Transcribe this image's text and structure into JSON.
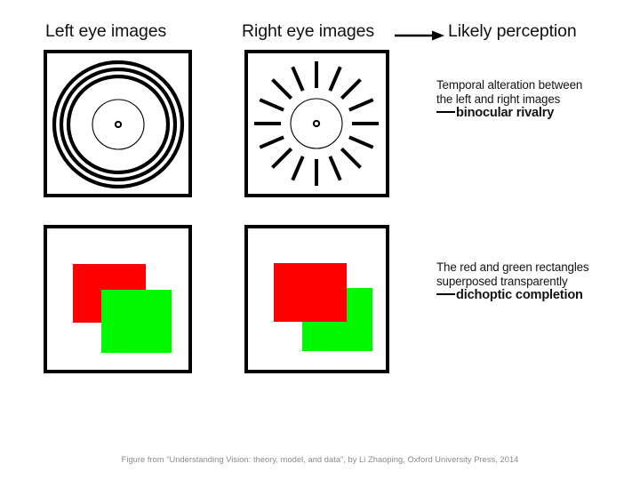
{
  "header": {
    "left_eye_title": "Left eye images",
    "right_eye_title": "Right eye images",
    "perception_title": "Likely perception",
    "arrow_icon": "arrow-right-icon"
  },
  "panels": {
    "left_top": {
      "name": "concentric-circles-stimulus",
      "description": "Three thick concentric circles, one thin inner circle, central fixation dot"
    },
    "right_top": {
      "name": "radial-spokes-stimulus",
      "description": "Sixteen radial spokes around a thin inner circle, central fixation dot"
    },
    "left_bottom": {
      "name": "red-green-rectangles-green-on-top",
      "description": "Red rectangle upper-left, green rectangle lower-right drawn on top"
    },
    "right_bottom": {
      "name": "red-green-rectangles-red-on-top",
      "description": "Green rectangle lower-right, red rectangle upper-left drawn on top"
    }
  },
  "notes": {
    "rivalry": {
      "line1": "Temporal alteration between",
      "line2": "the left and right images",
      "conclusion": "binocular rivalry"
    },
    "completion": {
      "line1": "The red and green rectangles",
      "line2": "superposed transparently",
      "conclusion": "dichoptic completion"
    }
  },
  "footer": {
    "caption": "Figure from “Understanding Vision: theory, model, and data”, by Li Zhaoping,  Oxford University Press, 2014"
  },
  "colors": {
    "red": "#fe0000",
    "green": "#00f900",
    "ink": "#000000",
    "footer_text": "#8a8a8a"
  }
}
